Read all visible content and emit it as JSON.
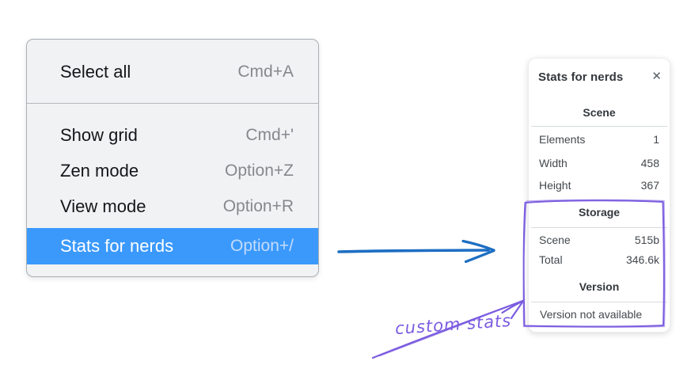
{
  "menu": {
    "items": [
      {
        "label": "Select all",
        "shortcut": "Cmd+A"
      },
      {
        "label": "Show grid",
        "shortcut": "Cmd+'"
      },
      {
        "label": "Zen mode",
        "shortcut": "Option+Z"
      },
      {
        "label": "View mode",
        "shortcut": "Option+R"
      },
      {
        "label": "Stats for nerds",
        "shortcut": "Option+/"
      }
    ],
    "highlighted_item": "Stats for nerds"
  },
  "stats_panel": {
    "title": "Stats for nerds",
    "close_icon": "✕",
    "scene": {
      "heading": "Scene",
      "rows": [
        {
          "label": "Elements",
          "value": "1"
        },
        {
          "label": "Width",
          "value": "458"
        },
        {
          "label": "Height",
          "value": "367"
        }
      ]
    },
    "storage": {
      "heading": "Storage",
      "rows": [
        {
          "label": "Scene",
          "value": "515b"
        },
        {
          "label": "Total",
          "value": "346.6k"
        }
      ]
    },
    "version": {
      "heading": "Version",
      "note": "Version not available"
    }
  },
  "annotation": {
    "label": "custom stats",
    "color": "#7b5ce0"
  },
  "colors": {
    "menu_highlight": "#3b99fc",
    "blue_arrow": "#1d6ec3",
    "annotation_purple": "#7b5ce0"
  }
}
